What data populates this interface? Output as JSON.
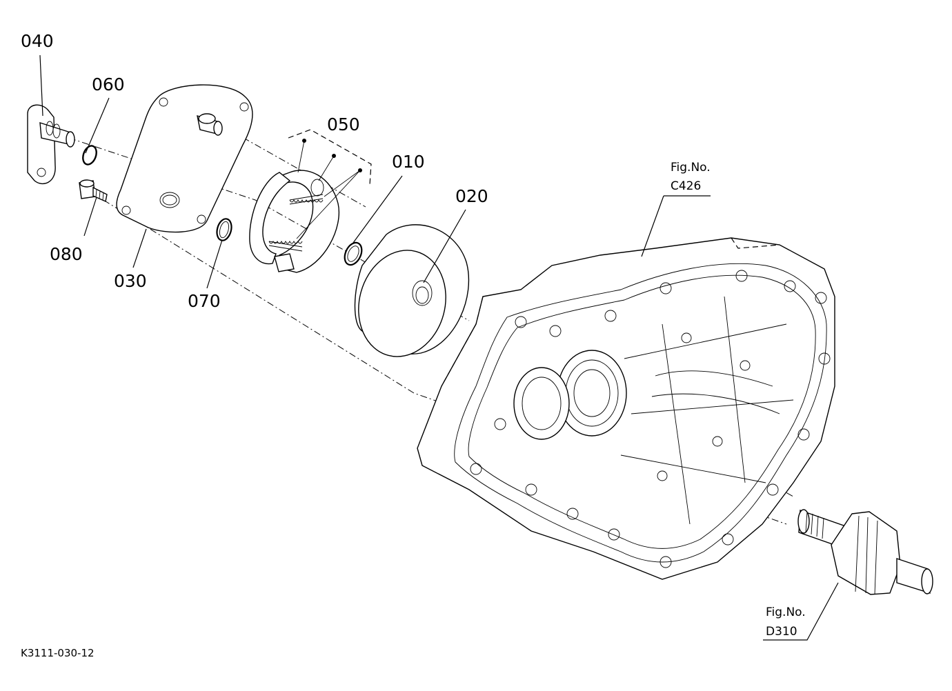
{
  "diagram": {
    "parts": [
      {
        "id": "p040",
        "number": "040"
      },
      {
        "id": "p060",
        "number": "060"
      },
      {
        "id": "p050",
        "number": "050"
      },
      {
        "id": "p010",
        "number": "010"
      },
      {
        "id": "p020",
        "number": "020"
      },
      {
        "id": "p080",
        "number": "080"
      },
      {
        "id": "p030",
        "number": "030"
      },
      {
        "id": "p070",
        "number": "070"
      }
    ],
    "figure_refs": [
      {
        "id": "c426",
        "line1": "Fig.No.",
        "line2": "C426"
      },
      {
        "id": "d310",
        "line1": "Fig.No.",
        "line2": "D310"
      }
    ],
    "drawing_code": "K3111-030-12"
  }
}
